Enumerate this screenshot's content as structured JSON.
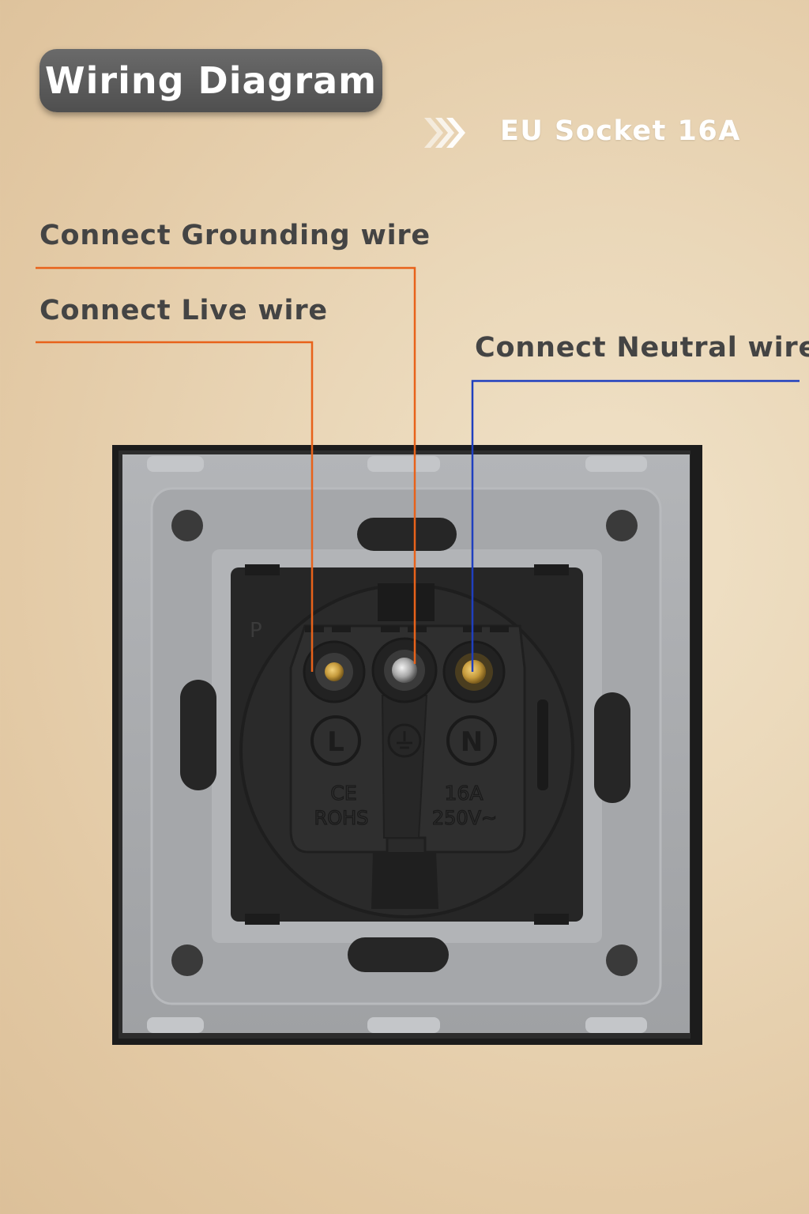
{
  "header": {
    "title": "Wiring Diagram",
    "product": "EU Socket 16A",
    "arrows_icon": "triple-chevron-right-icon"
  },
  "callouts": {
    "grounding": "Connect Grounding wire",
    "live": "Connect Live wire",
    "neutral": "Connect Neutral wire"
  },
  "socket": {
    "terminal_l": "L",
    "terminal_n": "N",
    "mark_left_1": "CE",
    "mark_left_2": "ROHS",
    "mark_right_1": "16A",
    "mark_right_2": "250V~",
    "corner_mark": "P"
  },
  "colors": {
    "live_wire": "#e8621a",
    "ground_wire": "#e8621a",
    "neutral_wire": "#1f3fbf",
    "plate_gray": "#a9abae",
    "socket_black": "#262626"
  }
}
